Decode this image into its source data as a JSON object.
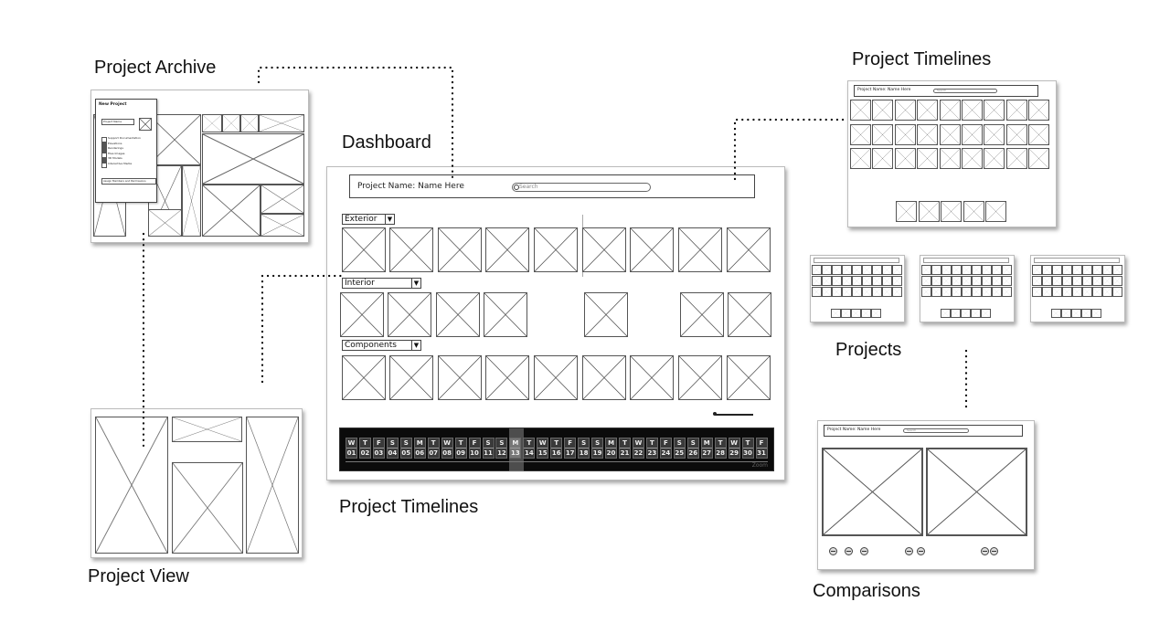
{
  "labels": {
    "project_archive": "Project Archive",
    "dashboard": "Dashboard",
    "project_timelines_top": "Project Timelines",
    "project_timelines_bottom": "Project Timelines",
    "project_view": "Project View",
    "projects": "Projects",
    "comparisons": "Comparisons"
  },
  "archive": {
    "new_project_title": "New Project",
    "project_name_field": "Project Name",
    "checkboxes": [
      {
        "label": "Support Documentation",
        "checked": false
      },
      {
        "label": "Elevations",
        "checked": true
      },
      {
        "label": "Renderings",
        "checked": true
      },
      {
        "label": "Files Images",
        "checked": false
      },
      {
        "label": "3D Models",
        "checked": true
      },
      {
        "label": "Interactive Media",
        "checked": false
      }
    ],
    "members_select": "Assign Members and Permissions"
  },
  "dashboard": {
    "project_name": "Project Name: Name Here",
    "search_placeholder": "Search",
    "sections": [
      {
        "label": "Exterior"
      },
      {
        "label": "Interior"
      },
      {
        "label": "Components"
      }
    ],
    "timeline": {
      "days": [
        {
          "w": "W",
          "n": "01"
        },
        {
          "w": "T",
          "n": "02"
        },
        {
          "w": "F",
          "n": "03"
        },
        {
          "w": "S",
          "n": "04"
        },
        {
          "w": "S",
          "n": "05"
        },
        {
          "w": "M",
          "n": "06"
        },
        {
          "w": "T",
          "n": "07"
        },
        {
          "w": "W",
          "n": "08"
        },
        {
          "w": "T",
          "n": "09"
        },
        {
          "w": "F",
          "n": "10"
        },
        {
          "w": "S",
          "n": "11"
        },
        {
          "w": "S",
          "n": "12"
        },
        {
          "w": "M",
          "n": "13"
        },
        {
          "w": "T",
          "n": "14"
        },
        {
          "w": "W",
          "n": "15"
        },
        {
          "w": "T",
          "n": "16"
        },
        {
          "w": "F",
          "n": "17"
        },
        {
          "w": "S",
          "n": "18"
        },
        {
          "w": "S",
          "n": "19"
        },
        {
          "w": "M",
          "n": "20"
        },
        {
          "w": "T",
          "n": "21"
        },
        {
          "w": "W",
          "n": "22"
        },
        {
          "w": "T",
          "n": "23"
        },
        {
          "w": "F",
          "n": "24"
        },
        {
          "w": "S",
          "n": "25"
        },
        {
          "w": "S",
          "n": "26"
        },
        {
          "w": "M",
          "n": "27"
        },
        {
          "w": "T",
          "n": "28"
        },
        {
          "w": "W",
          "n": "29"
        },
        {
          "w": "T",
          "n": "30"
        },
        {
          "w": "F",
          "n": "31"
        }
      ],
      "selected_day": "13",
      "zoom_label": "Zoom"
    }
  },
  "timelines_view": {
    "project_name": "Project Name: Name Here",
    "search_placeholder": "Search"
  },
  "comparisons": {
    "project_name": "Project Name: Name Here",
    "search_placeholder": "Search"
  }
}
